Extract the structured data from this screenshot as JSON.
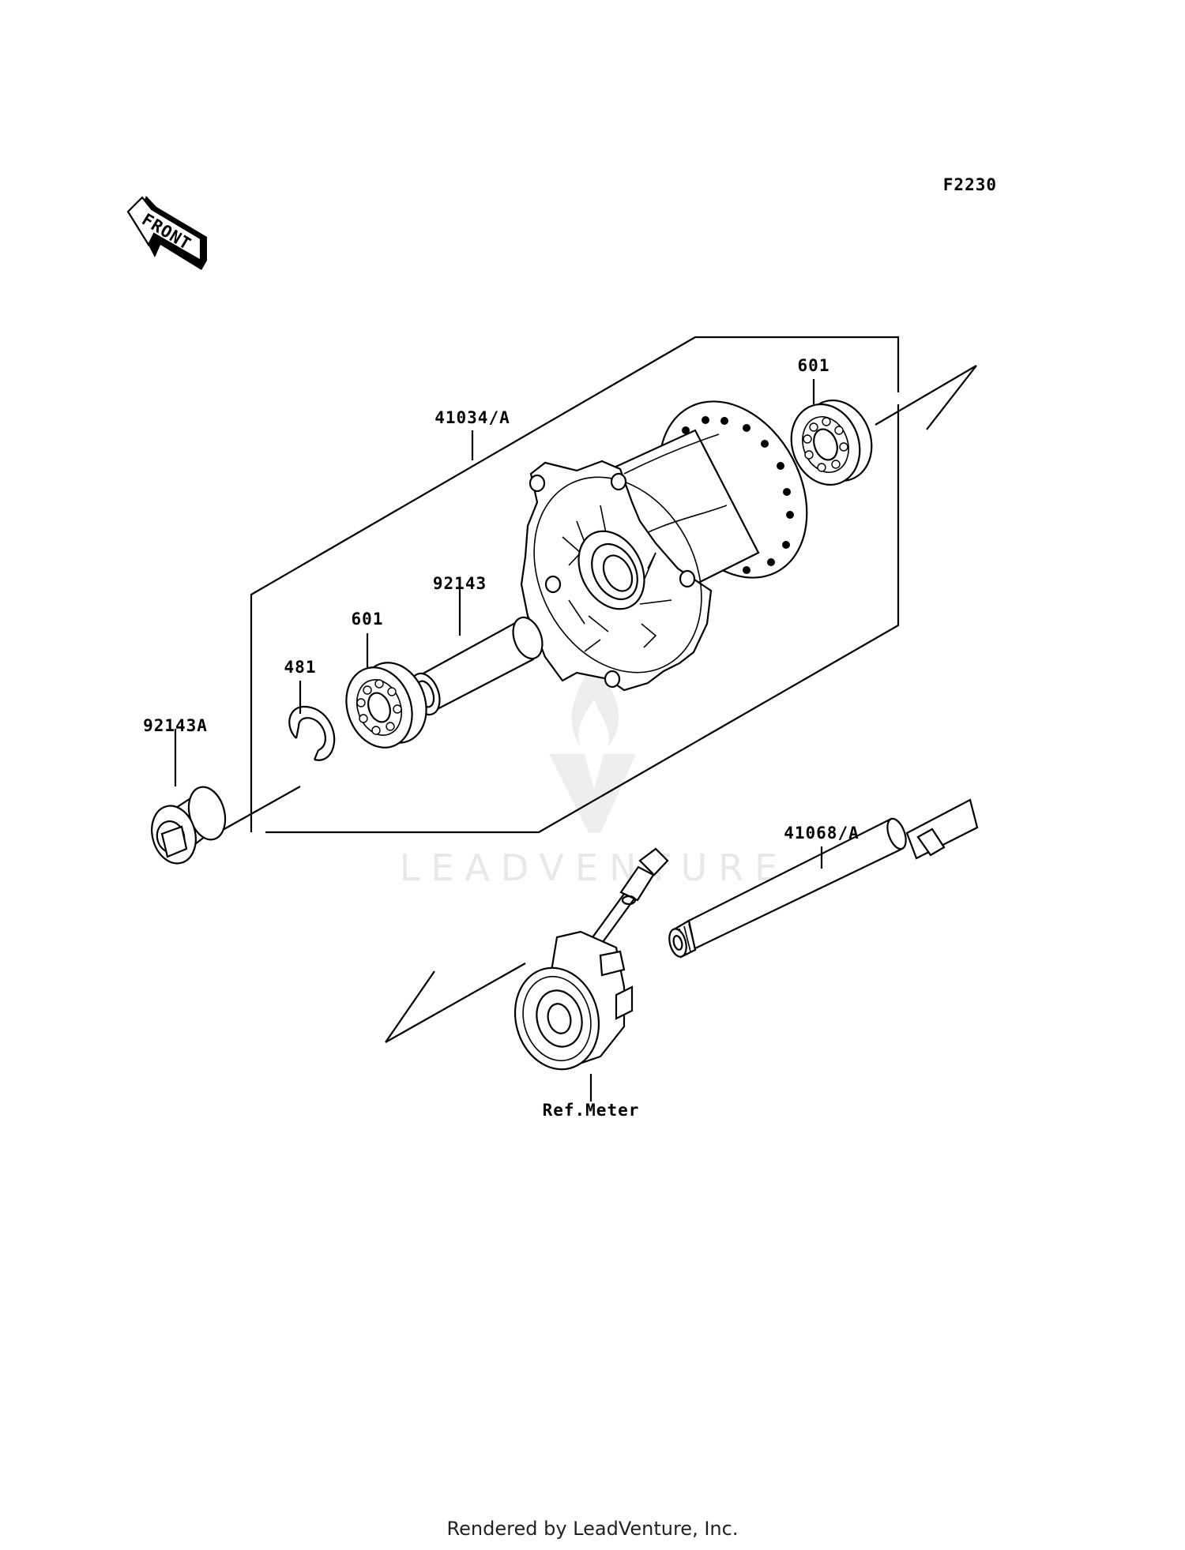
{
  "diagram": {
    "code": "F2230",
    "front_label": "FRONT",
    "watermark": "LEADVENTURE",
    "labels": {
      "hub": "41034/A",
      "bearing_right": "601",
      "bearing_left": "601",
      "spacer": "92143",
      "circlip": "481",
      "collar": "92143A",
      "axle": "41068/A",
      "meter": "Ref.Meter"
    }
  },
  "footer": {
    "text": "Rendered by LeadVenture, Inc."
  }
}
